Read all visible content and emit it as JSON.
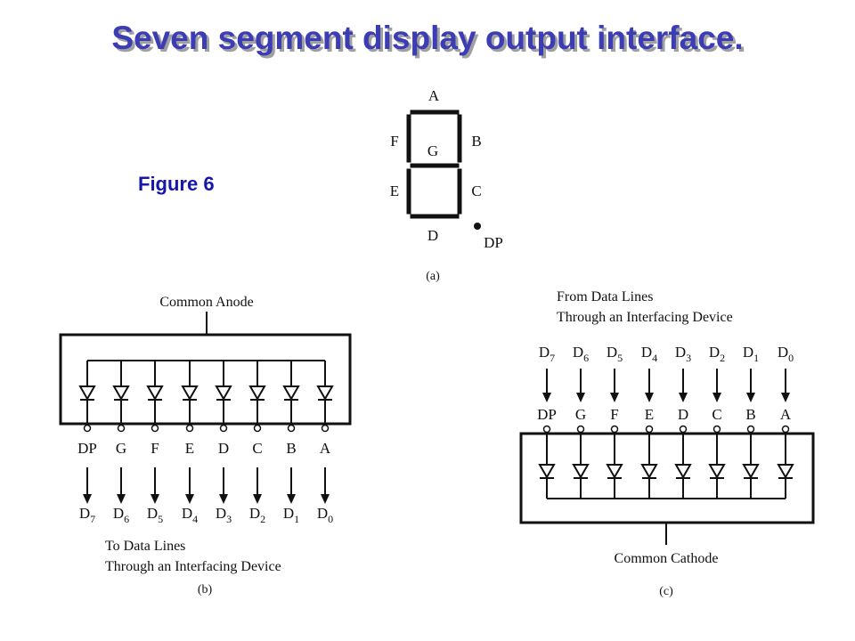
{
  "title": "Seven segment display output interface.",
  "figure_label": "Figure 6",
  "panel_a": {
    "segments": {
      "a": "A",
      "b": "B",
      "c": "C",
      "d": "D",
      "e": "E",
      "f": "F",
      "g": "G"
    },
    "dp": "DP",
    "caption": "(a)"
  },
  "panel_b": {
    "top_label": "Common Anode",
    "segment_labels": [
      "DP",
      "G",
      "F",
      "E",
      "D",
      "C",
      "B",
      "A"
    ],
    "data_labels": [
      {
        "letter": "D",
        "index": "7"
      },
      {
        "letter": "D",
        "index": "6"
      },
      {
        "letter": "D",
        "index": "5"
      },
      {
        "letter": "D",
        "index": "4"
      },
      {
        "letter": "D",
        "index": "3"
      },
      {
        "letter": "D",
        "index": "2"
      },
      {
        "letter": "D",
        "index": "1"
      },
      {
        "letter": "D",
        "index": "0"
      }
    ],
    "note_line1": "To Data Lines",
    "note_line2": "Through an Interfacing Device",
    "caption": "(b)"
  },
  "panel_c": {
    "note_line1": "From Data Lines",
    "note_line2": "Through an Interfacing Device",
    "data_labels": [
      {
        "letter": "D",
        "index": "7"
      },
      {
        "letter": "D",
        "index": "6"
      },
      {
        "letter": "D",
        "index": "5"
      },
      {
        "letter": "D",
        "index": "4"
      },
      {
        "letter": "D",
        "index": "3"
      },
      {
        "letter": "D",
        "index": "2"
      },
      {
        "letter": "D",
        "index": "1"
      },
      {
        "letter": "D",
        "index": "0"
      }
    ],
    "segment_labels": [
      "DP",
      "G",
      "F",
      "E",
      "D",
      "C",
      "B",
      "A"
    ],
    "bottom_label": "Common Cathode",
    "caption": "(c)"
  }
}
